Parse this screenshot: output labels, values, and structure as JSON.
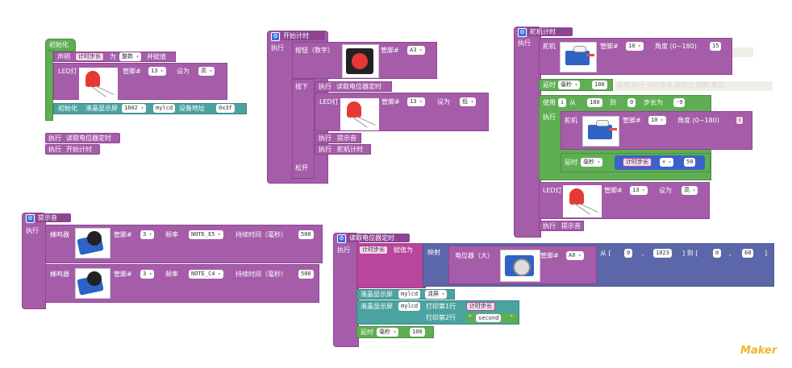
{
  "common": {
    "exec": "执行",
    "pin": "管脚#",
    "set_to": "设为",
    "led": "LED灯",
    "delay": "延时",
    "ms": "毫秒",
    "buzzer": "蜂鸣器",
    "freq": "频率",
    "duration": "持续时间（毫秒）",
    "servo": "舵机",
    "angle": "角度 (0~180)"
  },
  "init_block": {
    "title": "初始化",
    "declare": "声明",
    "var_name": "计时步长",
    "as": "为",
    "type": "整数",
    "assign": "并赋值",
    "led_pin": "13",
    "led_value": "高",
    "lcd_init": "初始化",
    "lcd_label": "液晶显示屏",
    "lcd_model": "1602",
    "lcd_name": "mylcd",
    "addr_label": "设备地址",
    "addr_value": "0x3f"
  },
  "loose_calls": {
    "call1": "读取电位器定时",
    "call2": "开始计时"
  },
  "start_timer": {
    "title": "开始计时",
    "button_label": "按钮（数字）",
    "button_pin": "A3",
    "pressed": "按下",
    "call_read": "读取电位器定时",
    "led_pin": "13",
    "led_value": "低",
    "call_tone": "提示音",
    "call_servo": "舵机计时",
    "released": "松开"
  },
  "servo_timer": {
    "title": "舵机计时",
    "servo1_pin": "10",
    "servo1_angle": "15",
    "delay_value": "100",
    "ghost_text": "延时  执行 计时步长  除值为  除数  电位...",
    "for_use": "使用",
    "for_var": "i",
    "from": "从",
    "from_value": "180",
    "to": "到",
    "to_value": "0",
    "step_label": "步长为",
    "step_value": "-9",
    "servo2_pin": "10",
    "servo2_angle_var": "i",
    "inner_delay_var": "计时步长",
    "multiply_op": "×",
    "multiply_value": "50",
    "led_pin": "13",
    "led_value": "高",
    "call_tone": "提示音"
  },
  "tone_proc": {
    "title": "提示音",
    "buzz1_pin": "3",
    "buzz1_note": "NOTE_E5",
    "buzz1_duration": "500",
    "buzz2_pin": "3",
    "buzz2_note": "NOTE_C4",
    "buzz2_duration": "500"
  },
  "read_pot": {
    "title": "读取电位器定时",
    "var": "计时步长",
    "assign": "赋值为",
    "map": "映射",
    "pot_label": "电位器（大）",
    "pot_pin": "A0",
    "from_label": "从 [",
    "from_low": "0",
    "from_sep": ",",
    "from_high": "1023",
    "to_label": "] 到 [",
    "to_low": "0",
    "to_sep": ",",
    "to_high": "60",
    "close": "]",
    "lcd_label": "液晶显示屏",
    "lcd_name": "mylcd",
    "clear": "清屏",
    "print_row1": "打印第1行",
    "print_row1_var": "计时步长",
    "print_row2": "打印第2行",
    "print_row2_text": "second",
    "delay_value": "100"
  },
  "watermark": "Maker"
}
